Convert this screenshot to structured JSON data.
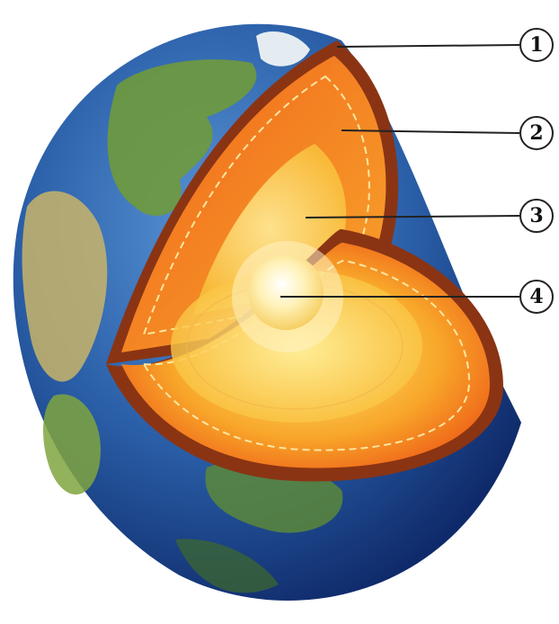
{
  "colors": {
    "ocean": "#2a5fa8",
    "ocean_dark": "#0f2a6a",
    "land": "#6f9a3b",
    "crust": "#8a3414",
    "mantle_outer": "#f16a1c",
    "mantle_inner": "#f8b12e",
    "outer_core": "#fbd248",
    "inner_core": "#fff6c8"
  },
  "labels": [
    {
      "number": "1",
      "layer": "crust"
    },
    {
      "number": "2",
      "layer": "mantle"
    },
    {
      "number": "3",
      "layer": "outer-core"
    },
    {
      "number": "4",
      "layer": "inner-core"
    }
  ]
}
